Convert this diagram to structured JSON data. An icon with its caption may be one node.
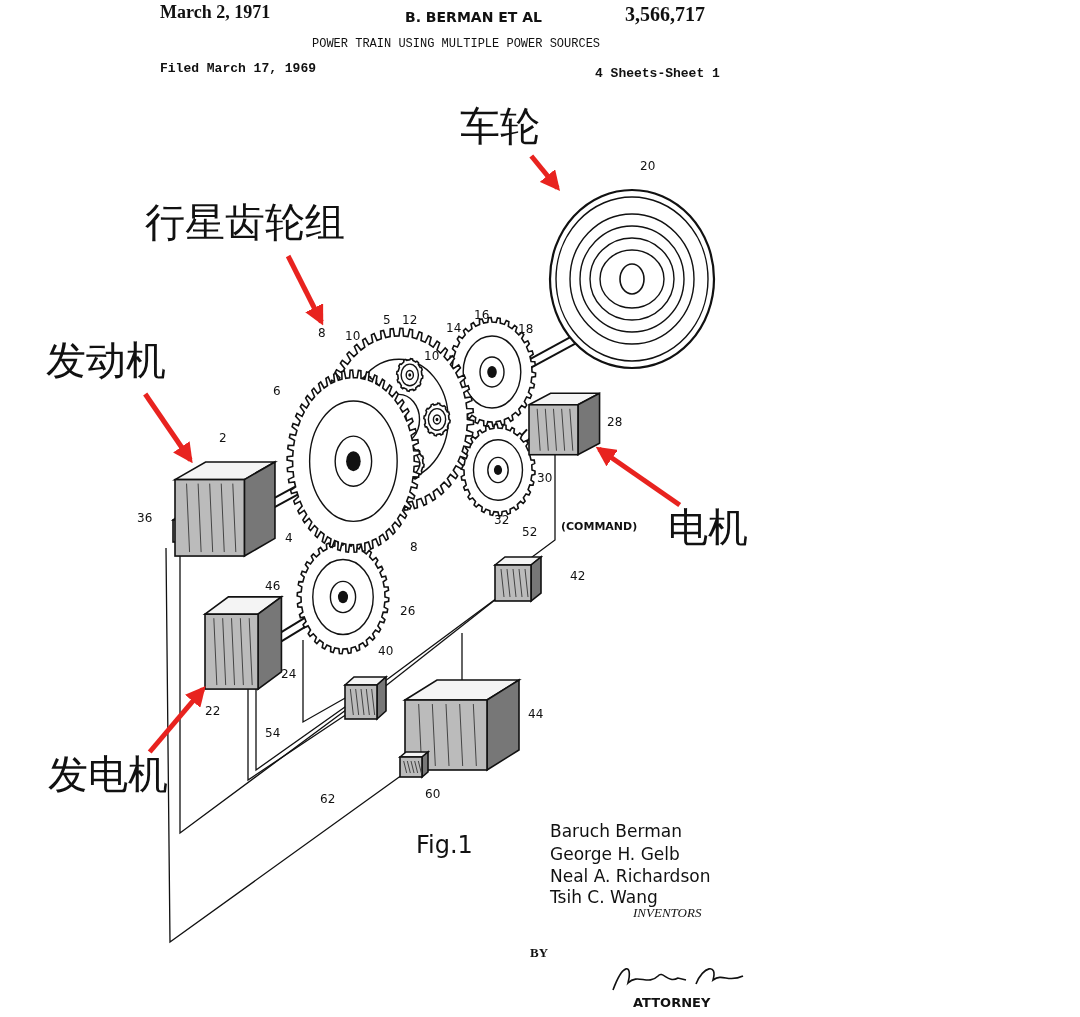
{
  "diagram": {
    "title": "POWER TRAIN USING MULTIPLE POWER SOURCES",
    "caption": "Fig.1",
    "nodes": [
      {
        "text": [
          "车轮"
        ]
      },
      {
        "text": [],
        "shape": "picture"
      },
      {
        "text": [
          "行星齿轮组"
        ]
      },
      {
        "text": [],
        "shape": "picture"
      },
      {
        "text": [
          "发动机"
        ]
      },
      {
        "text": [],
        "shape": "box"
      },
      {
        "text": [
          "电机"
        ]
      },
      {
        "text": [],
        "shape": "box"
      },
      {
        "text": [
          "发电机"
        ]
      },
      {
        "text": [],
        "shape": "box"
      }
    ],
    "edges": [
      {
        "from": 0,
        "to": 1,
        "arrow": "to",
        "color": "#e8231f"
      },
      {
        "from": 2,
        "to": 3,
        "arrow": "to",
        "color": "#e8231f"
      },
      {
        "from": 4,
        "to": 5,
        "arrow": "to",
        "color": "#e8231f"
      },
      {
        "from": 6,
        "to": 7,
        "arrow": "to",
        "color": "#e8231f"
      },
      {
        "from": 8,
        "to": 9,
        "arrow": "to",
        "color": "#e8231f"
      }
    ],
    "labels": [
      "March 2, 1971",
      "B. BERMAN ET AL",
      "3,566,717",
      "Filed March 17, 1969",
      "4 Sheets-Sheet 1",
      "20",
      "8",
      "10",
      "5",
      "12",
      "10",
      "14",
      "16",
      "18",
      "6",
      "2",
      "28",
      "36",
      "4",
      "8",
      "30",
      "32",
      "52",
      "(COMMAND)",
      "42",
      "46",
      "26",
      "24",
      "40",
      "22",
      "54",
      "44",
      "62",
      "60",
      "Baruch Berman",
      "George H. Gelb",
      "Neal A. Richardson",
      "Tsih C. Wang",
      "INVENTORS",
      "BY",
      "ATTORNEY"
    ]
  }
}
